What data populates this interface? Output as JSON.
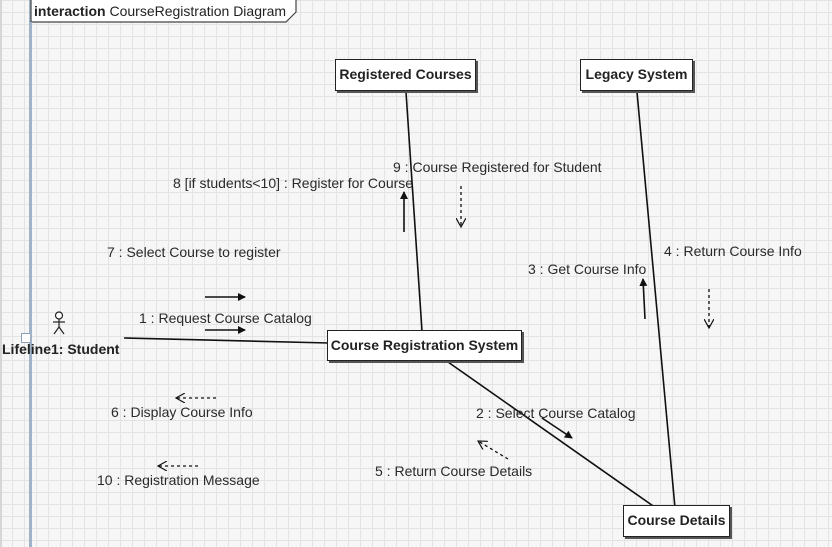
{
  "frame": {
    "keyword": "interaction",
    "name": "CourseRegistration Diagram"
  },
  "actor": {
    "label": "Lifeline1: Student",
    "icon": "stick-figure-icon"
  },
  "objects": {
    "registered_courses": "Registered Courses",
    "legacy_system": "Legacy System",
    "course_registration_system": "Course Registration System",
    "course_details": "Course Details"
  },
  "messages": {
    "m1": "1 : Request Course Catalog",
    "m2": "2 : Select Course Catalog",
    "m3": "3 : Get Course Info",
    "m4": "4 : Return Course Info",
    "m5": "5 : Return Course Details",
    "m6": "6 : Display Course Info",
    "m7": "7 : Select Course to register",
    "m8": "8 [if students<10] : Register for Course",
    "m9": "9 : Course Registered for Student",
    "m10": "10 : Registration Message"
  }
}
